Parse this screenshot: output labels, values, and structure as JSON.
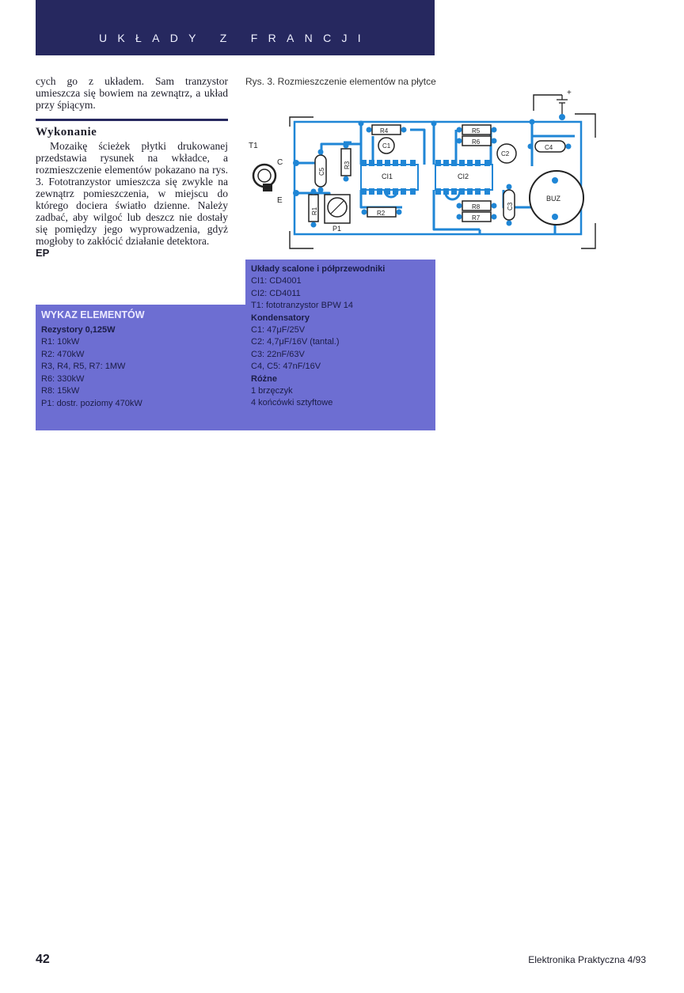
{
  "header": {
    "title": "UKŁADY Z FRANCJI"
  },
  "left_column": {
    "intro": "cych go z układem. Sam tranzystor umieszcza się bowiem na zewnątrz, a układ przy śpiącym.",
    "section_title": "Wykonanie",
    "body": "Mozaikę ścieżek płytki drukowanej przedstawia rysunek na wkładce, a rozmieszczenie elementów pokazano na rys. 3. Fototranzystor umieszcza się zwykle na zewnątrz pomieszczenia, w miejscu do którego dociera światło dzienne. Należy zadbać, aby wilgoć lub deszcz nie dostały się pomiędzy jego wyprowadzenia, gdyż mogłoby to zakłócić działanie detektora.",
    "signature": "EP"
  },
  "figure": {
    "caption": "Rys. 3. Rozmieszczenie elementów na płytce",
    "labels": {
      "t1": "T1",
      "c": "C",
      "e": "E",
      "c5": "C5",
      "r3": "R3",
      "r4": "R4",
      "c1": "C1",
      "ci1": "CI1",
      "ci2": "CI2",
      "r5": "R5",
      "r6": "R6",
      "c2": "C2",
      "c4": "C4",
      "r1": "R1",
      "p1": "P1",
      "r2": "R2",
      "r8": "R8",
      "r7": "R7",
      "c3": "C3",
      "buz": "BUZ",
      "plus": "+"
    }
  },
  "parts_right": {
    "title": "Układy scalone i półprzewodniki",
    "lines": [
      "CI1: CD4001",
      "CI2: CD4011",
      "T1: fototranzystor BPW 14"
    ],
    "capacitors_title": "Kondensatory",
    "capacitors": [
      "C1: 47μF/25V",
      "C2: 4,7μF/16V (tantal.)",
      "C3: 22nF/63V",
      "C4, C5: 47nF/16V"
    ],
    "misc_title": "Różne",
    "misc": [
      "1 brzęczyk",
      "4 końcówki sztyftowe"
    ]
  },
  "parts_left": {
    "title": "WYKAZ ELEMENTÓW",
    "resistors_title": "Rezystory 0,125W",
    "resistors": [
      "R1: 10kW",
      "R2: 470kW",
      "R3, R4, R5, R7: 1MW",
      "R6: 330kW",
      "R8: 15kW",
      "P1: dostr. poziomy 470kW"
    ]
  },
  "footer": {
    "page": "42",
    "journal": "Elektronika Praktyczna 4/93"
  },
  "colors": {
    "header": "#26285f",
    "box": "#6d6ed2",
    "trace": "#1f86d6"
  }
}
